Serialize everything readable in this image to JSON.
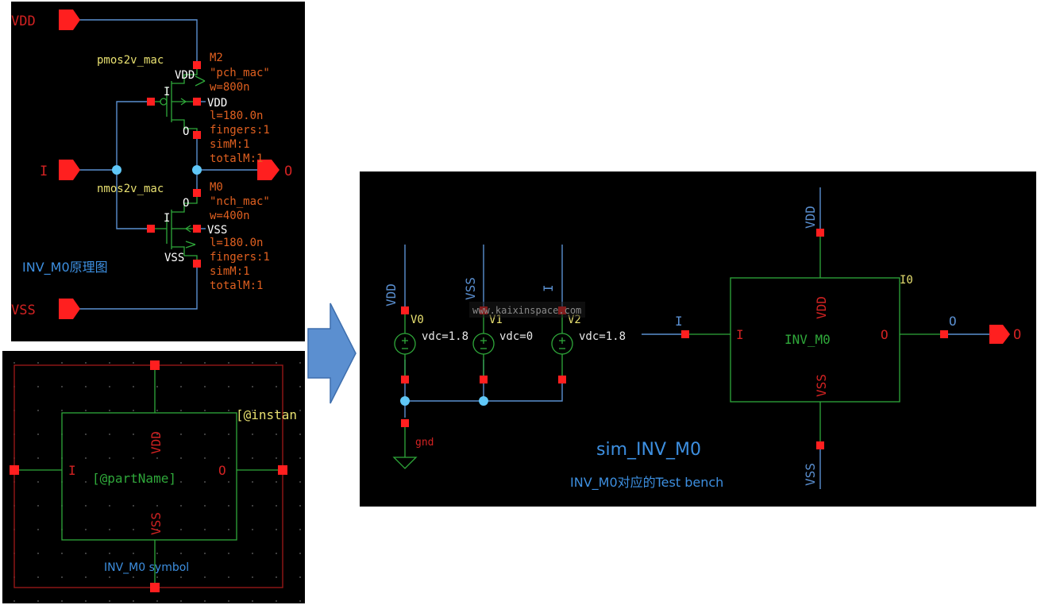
{
  "schematic": {
    "pins": {
      "vdd": "VDD",
      "in": "I",
      "out": "O",
      "vss": "VSS"
    },
    "pmos": {
      "cell": "pmos2v_mac",
      "inst": "M2",
      "model": "\"pch_mac\"",
      "w": "w=800n",
      "l": "l=180.0n",
      "fingers": "fingers:1",
      "simM": "simM:1",
      "totalM": "totalM:1",
      "term_top": "VDD",
      "term_bulk": "VDD",
      "term_gate": "I",
      "term_drain": "O"
    },
    "nmos": {
      "cell": "nmos2v_mac",
      "inst": "M0",
      "model": "\"nch_mac\"",
      "w": "w=400n",
      "l": "l=180.0n",
      "fingers": "fingers:1",
      "simM": "simM:1",
      "totalM": "totalM:1",
      "term_top": "O",
      "term_bulk": "VSS",
      "term_gate": "I",
      "term_source": "VSS"
    },
    "caption": "INV_M0原理图"
  },
  "symbol": {
    "top_pin": "VDD",
    "bottom_pin": "VSS",
    "left_pin": "I",
    "right_pin": "O",
    "part": "[@partName]",
    "inst": "[@instan",
    "caption": "INV_M0 symbol"
  },
  "testbench": {
    "sources": [
      {
        "name": "V0",
        "net": "VDD",
        "param": "vdc=1.8"
      },
      {
        "name": "V1",
        "net": "VSS",
        "param": "vdc=0"
      },
      {
        "name": "V2",
        "net": "I",
        "param": "vdc=1.8"
      }
    ],
    "gnd": "gnd",
    "in_net": "I",
    "out_net": "O",
    "out_pin": "O",
    "block": {
      "inst": "I0",
      "name": "INV_M0",
      "vdd": "VDD",
      "vss": "VSS",
      "in": "I",
      "out": "O",
      "top_net": "VDD",
      "bottom_net": "VSS"
    },
    "watermark": "www.kaixinspace.com",
    "title": "sim_INV_M0",
    "caption": "INV_M0对应的Test bench"
  },
  "colors": {
    "background": "#000000",
    "wire": "#5a8fd0",
    "pin_red": "#ff1f1f",
    "label_red": "#d22222",
    "device_green": "#2fa83a",
    "param_orange": "#e06020",
    "yellow_label": "#e8e070",
    "dot_blue": "#60c8f8",
    "caption_blue": "#3d8fe0",
    "arrow_fill": "#5b8fd0"
  }
}
